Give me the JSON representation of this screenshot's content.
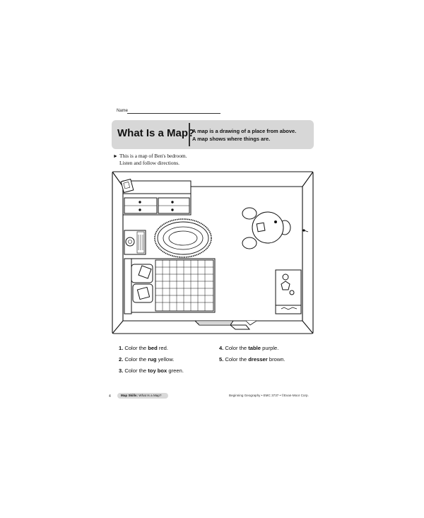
{
  "header": {
    "name_label": "Name",
    "title": "What Is a Map?",
    "definition_line1": "A map is a drawing of a place from above.",
    "definition_line2": "A map shows where things are."
  },
  "intro": {
    "arrow": "►",
    "line1": "This is a map of Ben's bedroom.",
    "line2": "Listen and follow directions."
  },
  "map": {
    "icons": [
      "dresser-icon",
      "rug-icon",
      "table-icon",
      "bed-icon",
      "toy-box-icon",
      "nightstand-icon",
      "door-icon",
      "window-icon"
    ]
  },
  "directions": [
    {
      "num": "1.",
      "pre": "Color the ",
      "bold": "bed",
      "post": " red."
    },
    {
      "num": "2.",
      "pre": "Color the ",
      "bold": "rug",
      "post": " yellow."
    },
    {
      "num": "3.",
      "pre": "Color the ",
      "bold": "toy box",
      "post": " green."
    },
    {
      "num": "4.",
      "pre": "Color the ",
      "bold": "table",
      "post": " purple."
    },
    {
      "num": "5.",
      "pre": "Color the ",
      "bold": "dresser",
      "post": " brown."
    }
  ],
  "footer": {
    "page_number": "4",
    "section_bold": "Map Skills:",
    "section_title": " What Is a Map?",
    "right_text": "Beginning Geography • EMC 3737 • ©Evan-Moor Corp."
  }
}
